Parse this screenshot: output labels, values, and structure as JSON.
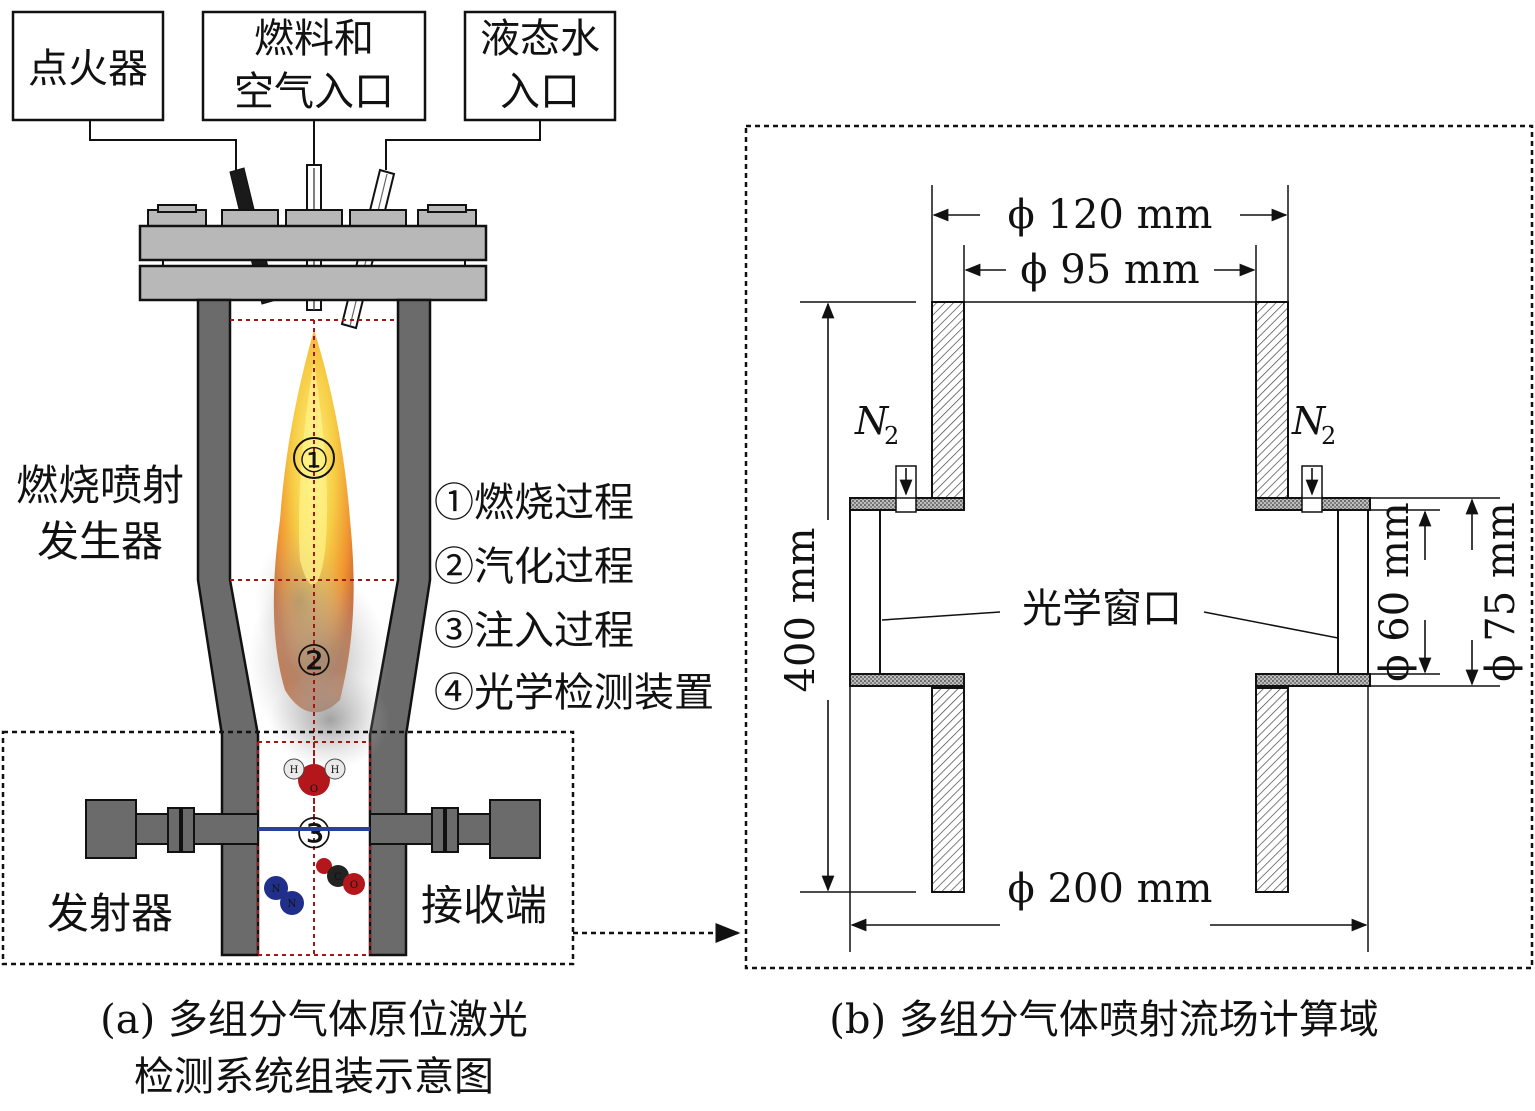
{
  "panel_a": {
    "boxes": {
      "igniter": "点火器",
      "fuel_air": [
        "燃料和",
        "空气入口"
      ],
      "water": [
        "液态水",
        "入口"
      ]
    },
    "generator_label": [
      "燃烧喷射",
      "发生器"
    ],
    "legend": [
      "①燃烧过程",
      "②汽化过程",
      "③注入过程",
      "④光学检测装置"
    ],
    "markers": [
      "①",
      "②",
      "③"
    ],
    "emitter": "发射器",
    "receiver": "接收端",
    "caption": [
      "(a) 多组分气体原位激光",
      "检测系统组装示意图"
    ],
    "molecule_letters": {
      "water": [
        "H",
        "O",
        "H"
      ],
      "co": [
        "C",
        "O"
      ],
      "n2": [
        "N",
        "N"
      ]
    }
  },
  "panel_b": {
    "dim_d120": "ϕ 120 mm",
    "dim_d95": "ϕ 95 mm",
    "dim_400": "400 mm",
    "n2_left": "N",
    "n2_right": "N",
    "n2_sub": "2",
    "optical_window": "光学窗口",
    "dim_d60": "ϕ 60 mm",
    "dim_d75": "ϕ 75 mm",
    "dim_d200": "ϕ 200 mm",
    "caption": "(b) 多组分气体喷射流场计算域"
  },
  "colors": {
    "wall": "#6b6b6b",
    "flange": "#b8b8b8",
    "dashed_red": "#a01818",
    "beam": "#2c3e9e",
    "flame_core": "#f6d43a",
    "flame_edge": "#f08a1e"
  }
}
